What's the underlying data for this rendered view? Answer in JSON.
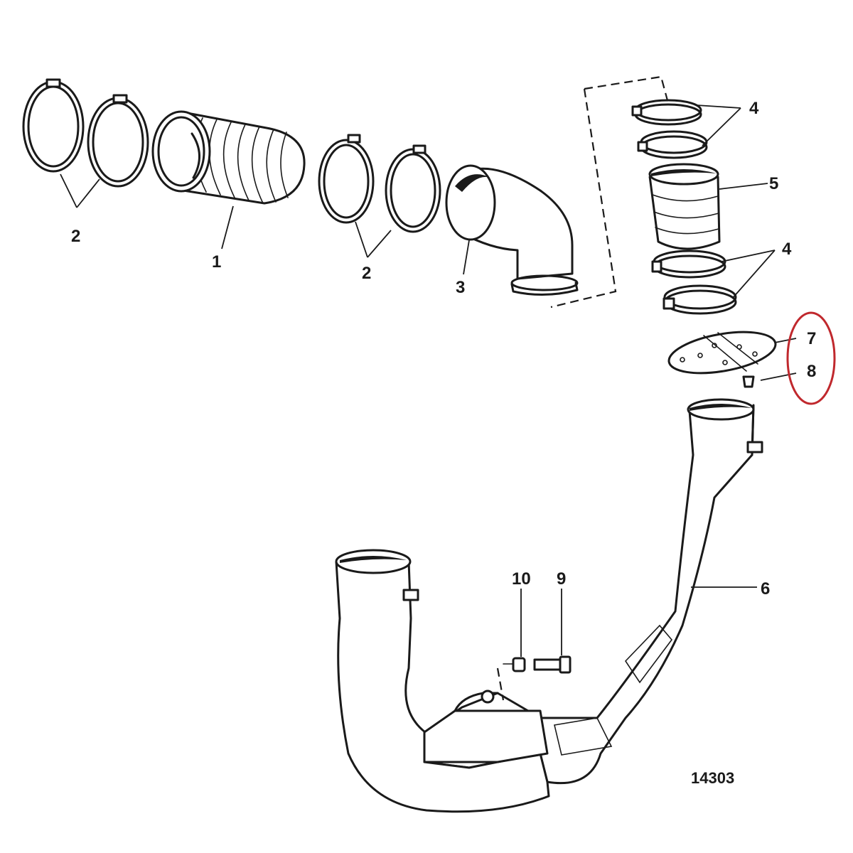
{
  "labels": {
    "part_1": "1",
    "part_2_left": "2",
    "part_2_middle": "2",
    "part_3": "3",
    "part_4_upper": "4",
    "part_4_lower": "4",
    "part_5": "5",
    "part_6": "6",
    "part_7": "7",
    "part_8": "8",
    "part_9": "9",
    "part_10": "10"
  },
  "figure_number": "14303",
  "highlight": {
    "color": "#c0282d"
  },
  "colors": {
    "ink": "#1a1a1a",
    "background": "#ffffff"
  }
}
